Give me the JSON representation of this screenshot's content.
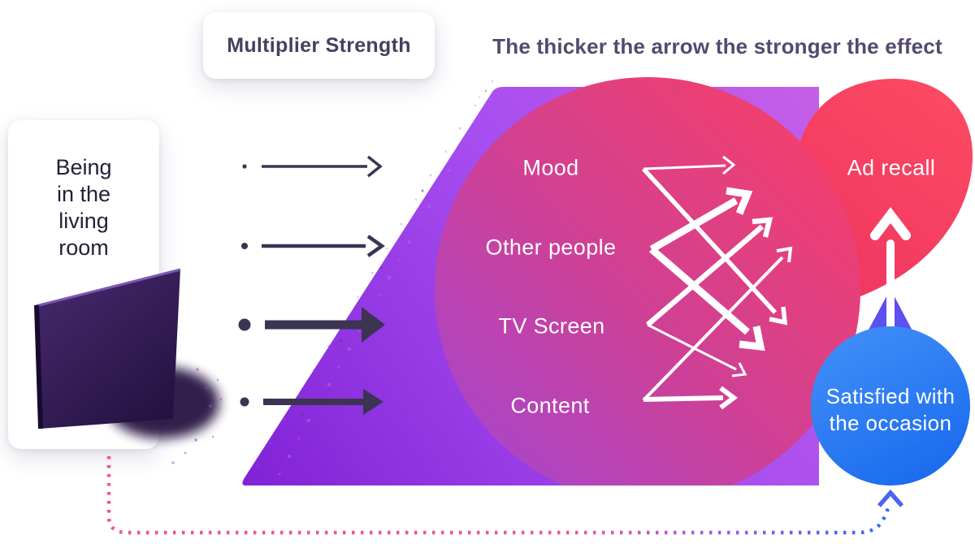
{
  "title_card": {
    "label": "Multiplier Strength"
  },
  "subtitle": "The thicker the arrow the stronger the effect",
  "source_card": {
    "label": "Being in the living room"
  },
  "factors": [
    {
      "label": "Mood",
      "input_strength": "weak"
    },
    {
      "label": "Other people",
      "input_strength": "weak"
    },
    {
      "label": "TV Screen",
      "input_strength": "strong"
    },
    {
      "label": "Content",
      "input_strength": "medium"
    }
  ],
  "outcomes": [
    {
      "label": "Ad recall"
    },
    {
      "label": "Satisfied with the occasion"
    }
  ],
  "links": [
    {
      "from": "Being in the living room",
      "to": "Mood",
      "strength": "weak",
      "style": "solid-dark"
    },
    {
      "from": "Being in the living room",
      "to": "Other people",
      "strength": "weak",
      "style": "solid-dark"
    },
    {
      "from": "Being in the living room",
      "to": "TV Screen",
      "strength": "strong",
      "style": "solid-dark"
    },
    {
      "from": "Being in the living room",
      "to": "Content",
      "strength": "medium",
      "style": "solid-dark"
    },
    {
      "from": "Mood",
      "to": "Ad recall",
      "strength": "weak",
      "style": "solid-white"
    },
    {
      "from": "Mood",
      "to": "Satisfied with the occasion",
      "strength": "medium",
      "style": "solid-white"
    },
    {
      "from": "Other people",
      "to": "Ad recall",
      "strength": "strong",
      "style": "solid-white"
    },
    {
      "from": "Other people",
      "to": "Satisfied with the occasion",
      "strength": "strong",
      "style": "solid-white"
    },
    {
      "from": "TV Screen",
      "to": "Ad recall",
      "strength": "medium",
      "style": "solid-white"
    },
    {
      "from": "TV Screen",
      "to": "Satisfied with the occasion",
      "strength": "weak",
      "style": "solid-white"
    },
    {
      "from": "Content",
      "to": "Ad recall",
      "strength": "weak",
      "style": "solid-white"
    },
    {
      "from": "Content",
      "to": "Satisfied with the occasion",
      "strength": "medium",
      "style": "solid-white"
    },
    {
      "from": "Satisfied with the occasion",
      "to": "Ad recall",
      "strength": "strong",
      "style": "solid-white"
    },
    {
      "from": "Being in the living room",
      "to": "Satisfied with the occasion",
      "strength": "feedback",
      "style": "dotted"
    }
  ],
  "colors": {
    "purple": "#9a35e8",
    "magenta": "#cf4394",
    "red": "#fb3e5e",
    "blue": "#2379f3",
    "dark_arrow": "#3b3452",
    "title_text": "#55496f",
    "dotted_start": "#f5557a",
    "dotted_end": "#2f6cf4",
    "label_text": "#ffffff"
  }
}
